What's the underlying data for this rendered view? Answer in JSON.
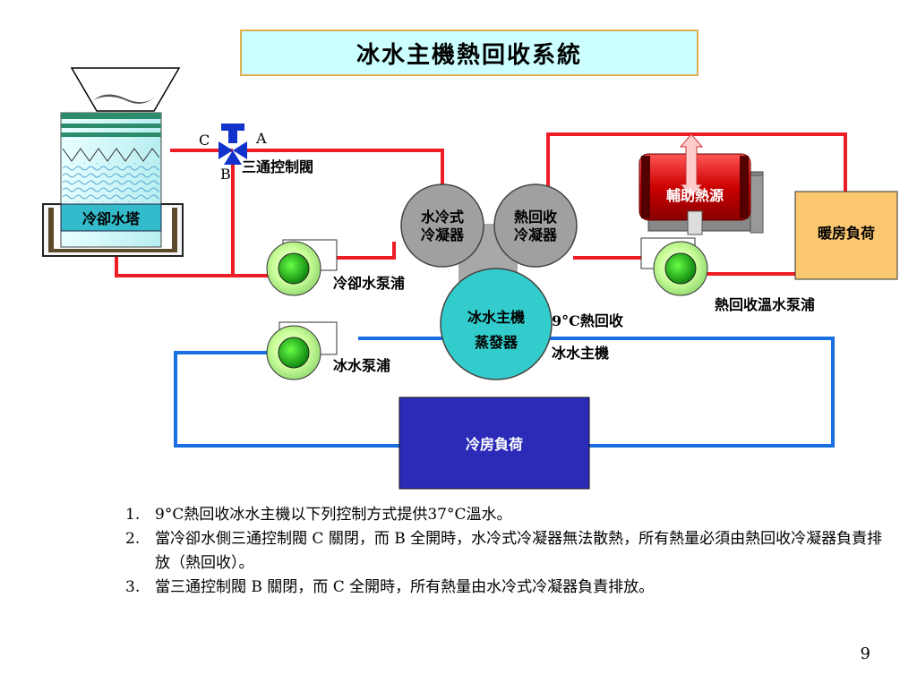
{
  "title": "冰水主機熱回收系統",
  "labels": {
    "cooling_tower": "冷卻水塔",
    "valve_c": "C",
    "valve_a": "A",
    "valve_b": "B",
    "valve_name": "三通控制閥",
    "water_condenser_l1": "水冷式",
    "water_condenser_l2": "冷凝器",
    "heat_condenser_l1": "熱回收",
    "heat_condenser_l2": "冷凝器",
    "aux_heat": "輔助熱源",
    "heating_load": "暖房負荷",
    "cw_pump": "冷卻水泵浦",
    "hw_pump": "熱回收溫水泵浦",
    "evaporator_l1": "冰水主機",
    "evaporator_l2": "蒸發器",
    "chiller_l1": "9°C熱回收",
    "chiller_l2": "冰水主機",
    "chw_pump": "冰水泵浦",
    "cooling_load": "冷房負荷"
  },
  "notes": [
    {
      "num": "1.",
      "text": "9°C熱回收冰水主機以下列控制方式提供37°C溫水。"
    },
    {
      "num": "2.",
      "text": "當冷卻水側三通控制閥 C 關閉，而 B 全開時，水冷式冷凝器無法散熱，所有熱量必須由熱回收冷凝器負責排放（熱回收）。"
    },
    {
      "num": "3.",
      "text": "當三通控制閥 B 關閉，而 C 全開時，所有熱量由水冷式冷凝器負責排放。"
    }
  ],
  "page_number": "9",
  "colors": {
    "hot_pipe": "#ee1c24",
    "cold_pipe": "#1a6fe0",
    "cooling_load_fill": "#2b2bb8",
    "heating_load_fill": "#fbc770",
    "condenser_fill": "#a0a0a0",
    "evaporator_fill": "#33cccc",
    "title_fill": "#ccffff",
    "aux_heat_fill": "#cc0000",
    "valve_fill": "#1133cc"
  }
}
